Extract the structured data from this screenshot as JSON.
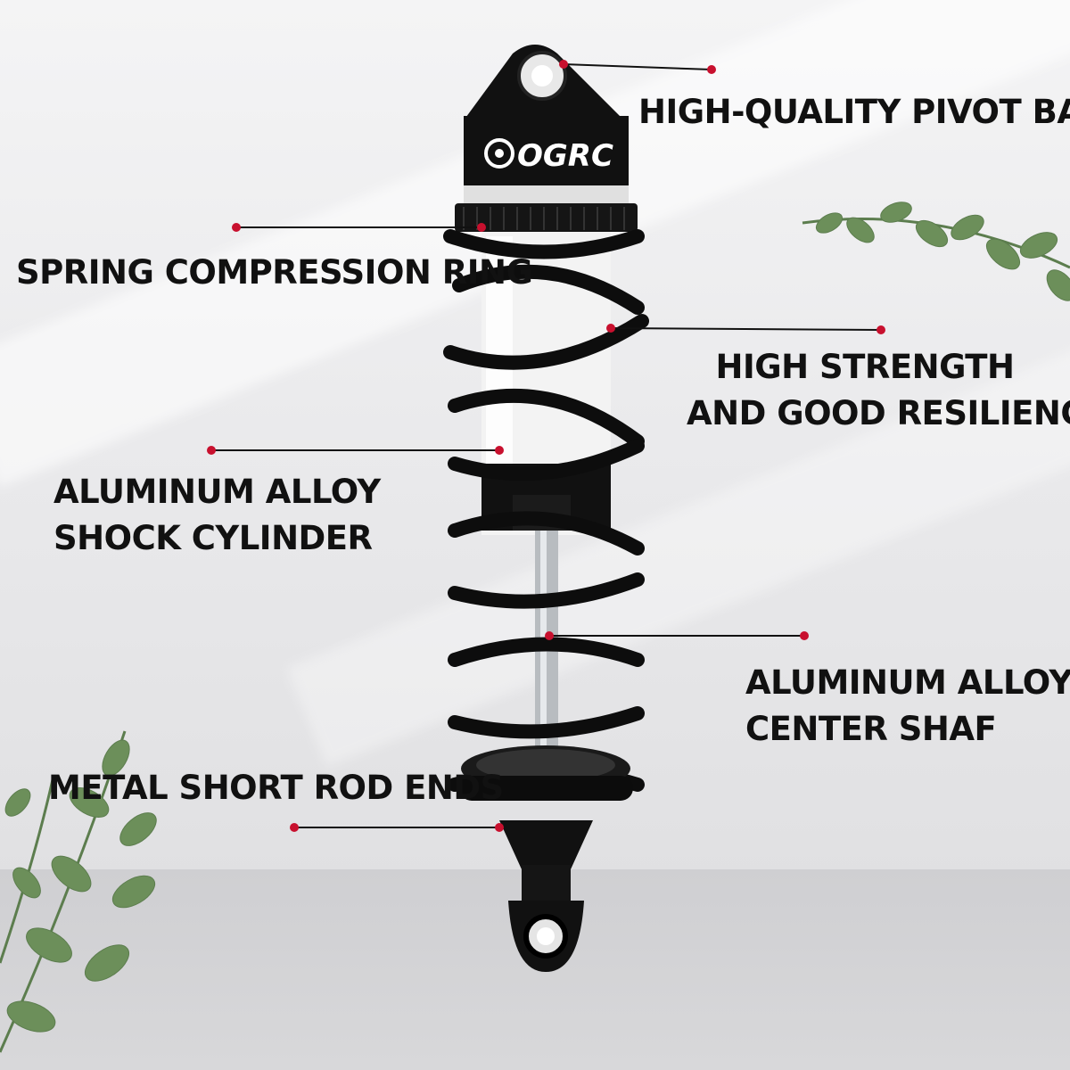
{
  "brand": {
    "logo_text": "OGRC"
  },
  "callouts": [
    {
      "lines": [
        "HIGH-QUALITY PIVOT BALL"
      ]
    },
    {
      "lines": [
        "SPRING COMPRESSION RING"
      ]
    },
    {
      "lines": [
        "HIGH STRENGTH",
        "AND GOOD RESILIENCE"
      ]
    },
    {
      "lines": [
        "ALUMINUM ALLOY",
        "SHOCK CYLINDER"
      ]
    },
    {
      "lines": [
        "ALUMINUM ALLOY",
        "CENTER SHAF"
      ]
    },
    {
      "lines": [
        "METAL SHORT ROD ENDS"
      ]
    }
  ],
  "colors": {
    "marker": "#c8102e",
    "text": "#111111",
    "spring": "#0d0d0d",
    "shaft": "#bfc3c6"
  }
}
